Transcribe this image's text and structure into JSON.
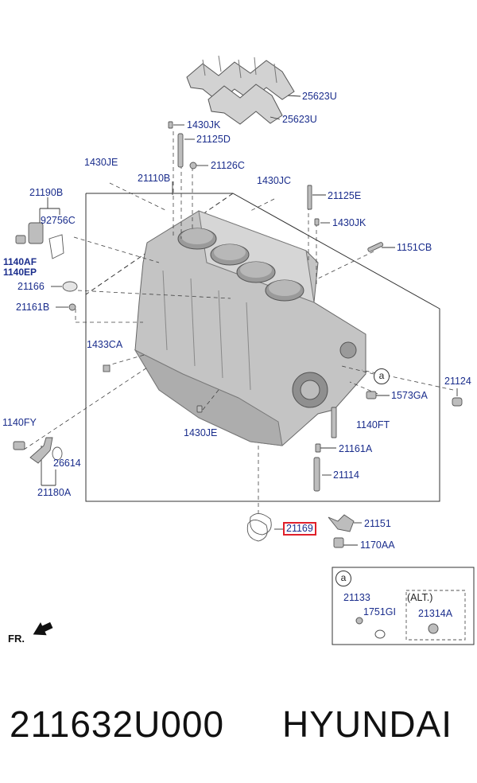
{
  "parts": {
    "p25623u_a": "25623U",
    "p25623u_b": "25623U",
    "p1430jk_a": "1430JK",
    "p21125d": "21125D",
    "p1430je_a": "1430JE",
    "p21126c": "21126C",
    "p21110b": "21110B",
    "p1430jc": "1430JC",
    "p21190b": "21190B",
    "p21125e": "21125E",
    "p1430jk_b": "1430JK",
    "p92756c": "92756C",
    "p1151cb": "1151CB",
    "p1140af": "1140AF",
    "p1140ep": "1140EP",
    "p21166": "21166",
    "p21161b": "21161B",
    "p1433ca": "1433CA",
    "p21124": "21124",
    "p1573ga": "1573GA",
    "p1140fy": "1140FY",
    "p1140ft": "1140FT",
    "p1430je_b": "1430JE",
    "p21161a": "21161A",
    "p26614": "26614",
    "p21180a": "21180A",
    "p21114": "21114",
    "p21151": "21151",
    "p21169": "21169",
    "p1170aa": "1170AA"
  },
  "callout_a": "a",
  "detail": {
    "marker": "a",
    "p21133": "21133",
    "p1751gi": "1751GI",
    "alt_label": "(ALT.)",
    "p21314a": "21314A"
  },
  "front_label": "FR.",
  "footer": {
    "part_number": "211632U000",
    "brand": "HYUNDAI"
  },
  "colors": {
    "label": "#1a2d8c",
    "highlight": "#e0202a",
    "part_fill": "#c9c9c9",
    "line": "#333333"
  }
}
